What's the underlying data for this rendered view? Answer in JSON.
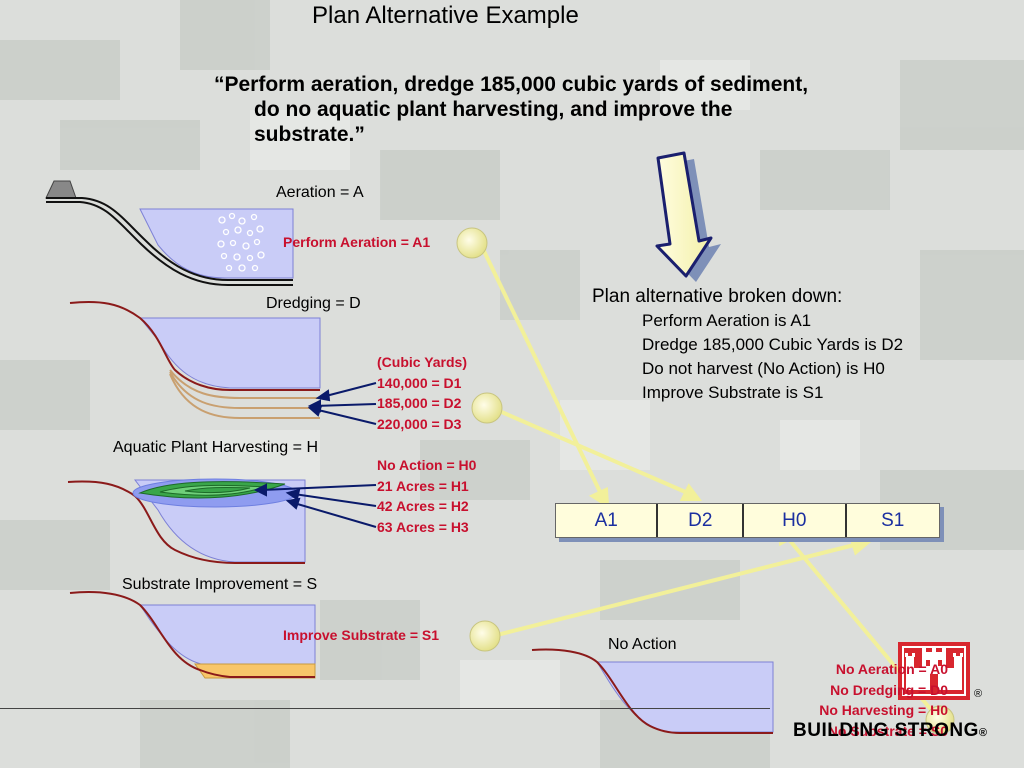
{
  "slide": {
    "title": "Plan Alternative Example",
    "quote_line1": "“Perform aeration, dredge 185,000 cubic yards of sediment,",
    "quote_line2": "do no aquatic plant harvesting, and improve the",
    "quote_line3": "substrate.”",
    "aeration_label": "Aeration = A",
    "aeration_callout": "Perform Aeration = A1",
    "dredging_label": "Dredging = D",
    "dredging_options": [
      "(Cubic Yards)",
      "140,000 = D1",
      "185,000 = D2",
      "220,000 = D3"
    ],
    "harvest_label": "Aquatic Plant Harvesting = H",
    "harvest_options": [
      "No Action = H0",
      "21 Acres =  H1",
      "42 Acres =  H2",
      "63 Acres =  H3"
    ],
    "substrate_label": "Substrate Improvement = S",
    "substrate_callout": "Improve Substrate = S1",
    "no_action_label": "No Action",
    "no_action_codes": [
      "No Aeration = A0",
      "No Dredging = D0",
      "No Harvesting = H0",
      "No Substrate = S0"
    ],
    "breakdown_title": "Plan alternative broken down:",
    "breakdown_items": [
      "Perform Aeration is A1",
      "Dredge 185,000 Cubic Yards is D2",
      "Do not harvest (No Action) is H0",
      "Improve Substrate is S1"
    ],
    "codes": [
      "A1",
      "D2",
      "H0",
      "S1"
    ],
    "footer_text": "BUILDING STRONG",
    "registered_mark": "®"
  },
  "colors": {
    "water": "#c9ccf7",
    "soil_line": "#8b1a1a",
    "callout_red": "#c8102e",
    "connector": "#f2f09a",
    "code_text": "#1b2fa0",
    "castle_red": "#d8262e",
    "harvest_green": "#3aa64a",
    "substrate_fill": "#f8c66a"
  },
  "icons": [
    "castle-logo-icon",
    "down-arrow-icon",
    "gauge-station-icon"
  ]
}
